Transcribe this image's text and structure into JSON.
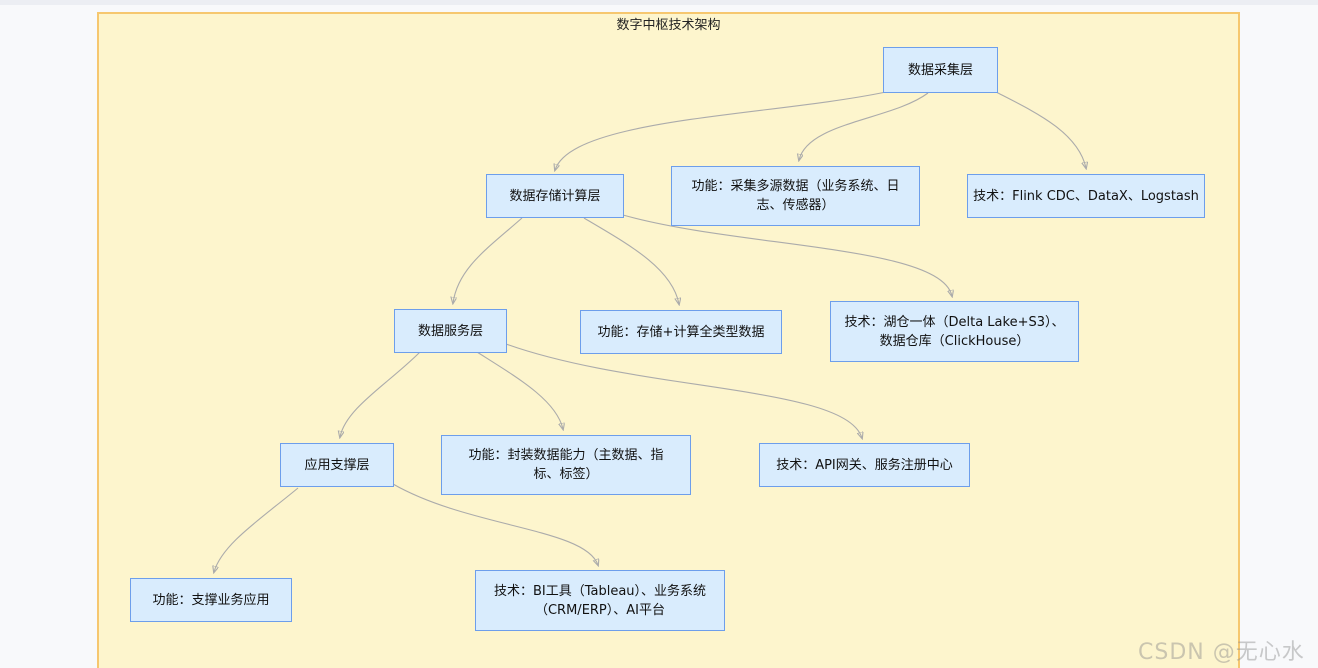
{
  "title": "数字中枢技术架构",
  "watermark": "CSDN @无心水",
  "colors": {
    "canvas_fill": "#fdf5cd",
    "canvas_border": "#f6c76f",
    "node_fill": "#d9ecfd",
    "node_border": "#6d9eeb",
    "edge": "#ababab"
  },
  "nodes": [
    {
      "id": "collect-layer",
      "lines": [
        "数据采集层"
      ]
    },
    {
      "id": "storage-layer",
      "lines": [
        "数据存储计算层"
      ]
    },
    {
      "id": "collect-func",
      "lines": [
        "功能：采集多源数据（业务系统、日",
        "志、传感器）"
      ]
    },
    {
      "id": "collect-tech",
      "lines": [
        "技术：Flink CDC、DataX、Logstash"
      ]
    },
    {
      "id": "service-layer",
      "lines": [
        "数据服务层"
      ]
    },
    {
      "id": "storage-func",
      "lines": [
        "功能：存储+计算全类型数据"
      ]
    },
    {
      "id": "storage-tech",
      "lines": [
        "技术：湖仓一体（Delta Lake+S3）、",
        "数据仓库（ClickHouse）"
      ]
    },
    {
      "id": "app-layer",
      "lines": [
        "应用支撑层"
      ]
    },
    {
      "id": "service-func",
      "lines": [
        "功能：封装数据能力（主数据、指",
        "标、标签）"
      ]
    },
    {
      "id": "service-tech",
      "lines": [
        "技术：API网关、服务注册中心"
      ]
    },
    {
      "id": "app-func",
      "lines": [
        "功能：支撑业务应用"
      ]
    },
    {
      "id": "app-tech",
      "lines": [
        "技术：BI工具（Tableau）、业务系统",
        "（CRM/ERP）、AI平台"
      ]
    }
  ],
  "edges": [
    {
      "from": "collect-layer",
      "to": "storage-layer"
    },
    {
      "from": "collect-layer",
      "to": "collect-func"
    },
    {
      "from": "collect-layer",
      "to": "collect-tech"
    },
    {
      "from": "storage-layer",
      "to": "service-layer"
    },
    {
      "from": "storage-layer",
      "to": "storage-func"
    },
    {
      "from": "storage-layer",
      "to": "storage-tech"
    },
    {
      "from": "service-layer",
      "to": "app-layer"
    },
    {
      "from": "service-layer",
      "to": "service-func"
    },
    {
      "from": "service-layer",
      "to": "service-tech"
    },
    {
      "from": "app-layer",
      "to": "app-func"
    },
    {
      "from": "app-layer",
      "to": "app-tech"
    }
  ]
}
